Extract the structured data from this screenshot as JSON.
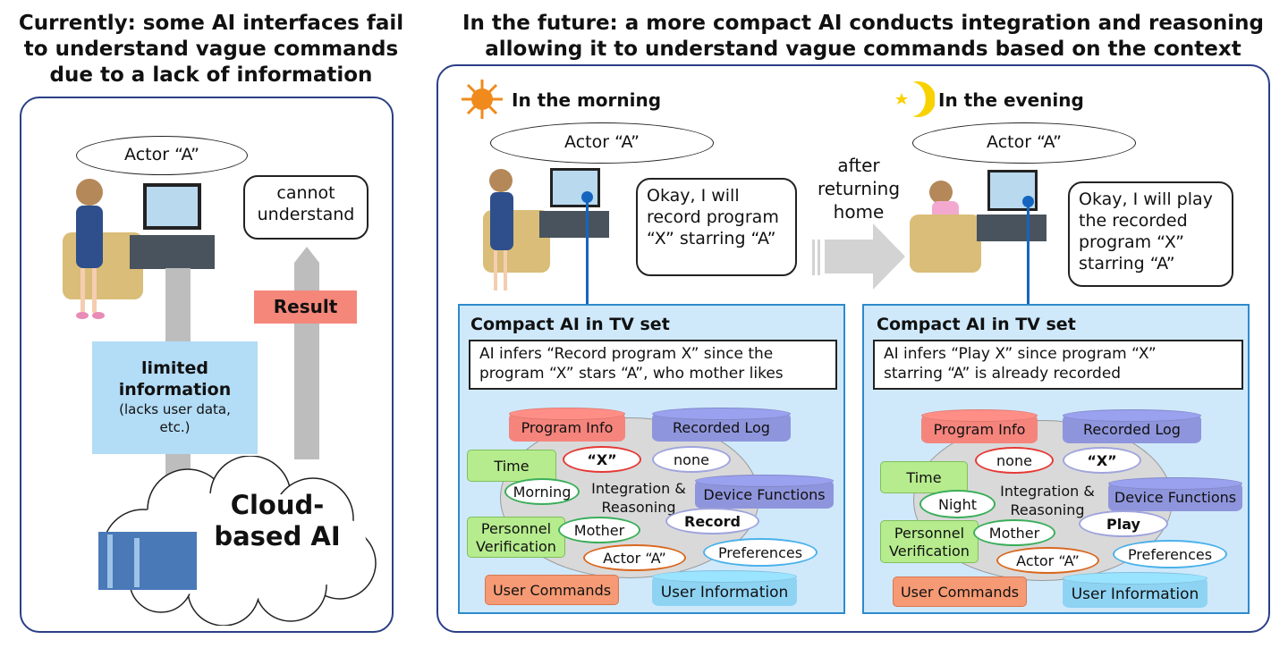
{
  "left": {
    "title": [
      "Currently: some AI interfaces fail",
      "to understand vague commands",
      "due to a lack of information"
    ],
    "user_speech": "Actor “A”",
    "tv_response": [
      "cannot",
      "understand"
    ],
    "result_label": "Result",
    "limited_info": {
      "line1": "limited",
      "line2": "information",
      "line3": "(lacks user data,",
      "line4": "etc.)"
    },
    "cloud_label": [
      "Cloud-",
      "based AI"
    ]
  },
  "right": {
    "title": [
      "In the future: a more compact AI conducts integration and reasoning",
      "allowing it to understand vague commands based on the context"
    ],
    "transition": [
      "after",
      "returning",
      "home"
    ],
    "scenes": [
      {
        "heading": "In the morning",
        "icon": "sun-icon",
        "user_speech": "Actor “A”",
        "tv_response": [
          "Okay, I will",
          "record program",
          "“X” starring “A”"
        ],
        "ai_title": "Compact AI in TV set",
        "inference": [
          "AI infers “Record program X” since the",
          "program “X” stars “A”,  who mother likes"
        ],
        "integration": [
          "Integration &",
          "Reasoning"
        ],
        "sources": {
          "program_info": "Program Info",
          "recorded_log": "Recorded Log",
          "time": "Time",
          "device_functions": "Device Functions",
          "personnel": [
            "Personnel",
            "Verification"
          ],
          "user_commands": "User Commands",
          "user_information": "User Information"
        },
        "values": {
          "program_info": "“X”",
          "recorded_log": "none",
          "time": "Morning",
          "device_functions": "Record",
          "personnel": "Mother",
          "user_commands": "Actor “A”",
          "user_information": "Preferences"
        }
      },
      {
        "heading": "In the evening",
        "icon": "moon-star-icon",
        "user_speech": "Actor “A”",
        "tv_response": [
          "Okay, I will play",
          "the recorded",
          "program “X”",
          "starring “A”"
        ],
        "ai_title": "Compact AI in TV set",
        "inference": [
          "AI infers “Play X” since program “X”",
          "starring “A” is already recorded"
        ],
        "integration": [
          "Integration &",
          "Reasoning"
        ],
        "sources": {
          "program_info": "Program Info",
          "recorded_log": "Recorded Log",
          "time": "Time",
          "device_functions": "Device Functions",
          "personnel": [
            "Personnel",
            "Verification"
          ],
          "user_commands": "User Commands",
          "user_information": "User Information"
        },
        "values": {
          "program_info": "none",
          "recorded_log": "“X”",
          "time": "Night",
          "device_functions": "Play",
          "personnel": "Mother",
          "user_commands": "Actor “A”",
          "user_information": "Preferences"
        }
      }
    ]
  },
  "colors": {
    "panel_border": "#2b3f86",
    "ai_box_bg": "#cfe9fb",
    "ai_box_border": "#2d8acb",
    "program_info": "#f4847c",
    "recorded_log": "#8f95dc",
    "time": "#b6ec8e",
    "user_commands": "#f59a74",
    "user_information": "#8fd3f3",
    "result": "#f4877a",
    "limited_info": "#b3dcf6"
  }
}
